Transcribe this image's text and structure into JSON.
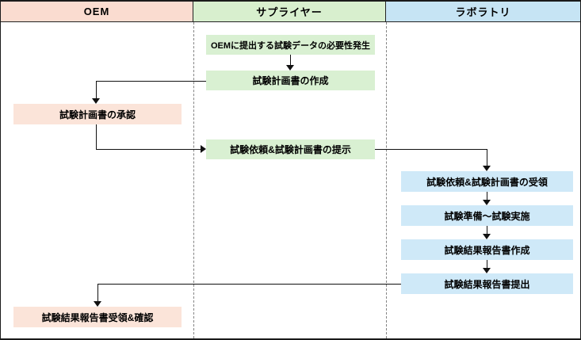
{
  "lanes": [
    {
      "id": "oem",
      "label": "OEM",
      "header_bg": "#fadcd0",
      "box_bg": "#fbe4d9"
    },
    {
      "id": "supplier",
      "label": "サプライヤー",
      "header_bg": "#d8efce",
      "box_bg": "#d9f0d2"
    },
    {
      "id": "laboratory",
      "label": "ラボラトリ",
      "header_bg": "#c6e4f4",
      "box_bg": "#cfe9f8"
    }
  ],
  "nodes": [
    {
      "id": "supplier-need",
      "lane": "supplier",
      "label": "OEMに提出する試験データの必要性発生"
    },
    {
      "id": "supplier-create-plan",
      "lane": "supplier",
      "label": "試験計画書の作成"
    },
    {
      "id": "oem-approve-plan",
      "lane": "oem",
      "label": "試験計画書の承認"
    },
    {
      "id": "supplier-present-plan",
      "lane": "supplier",
      "label": "試験依頼&試験計画書の提示"
    },
    {
      "id": "lab-receive-plan",
      "lane": "laboratory",
      "label": "試験依頼&試験計画書の受領"
    },
    {
      "id": "lab-run-test",
      "lane": "laboratory",
      "label": "試験準備〜試験実施"
    },
    {
      "id": "lab-create-report",
      "lane": "laboratory",
      "label": "試験結果報告書作成"
    },
    {
      "id": "lab-submit-report",
      "lane": "laboratory",
      "label": "試験結果報告書提出"
    },
    {
      "id": "oem-receive-report",
      "lane": "oem",
      "label": "試験結果報告書受領&確認"
    }
  ],
  "edges": [
    {
      "from": "supplier-need",
      "to": "supplier-create-plan"
    },
    {
      "from": "supplier-create-plan",
      "to": "oem-approve-plan"
    },
    {
      "from": "oem-approve-plan",
      "to": "supplier-present-plan"
    },
    {
      "from": "supplier-present-plan",
      "to": "lab-receive-plan"
    },
    {
      "from": "lab-receive-plan",
      "to": "lab-run-test"
    },
    {
      "from": "lab-run-test",
      "to": "lab-create-report"
    },
    {
      "from": "lab-create-report",
      "to": "lab-submit-report"
    },
    {
      "from": "lab-submit-report",
      "to": "oem-receive-report"
    }
  ],
  "colors": {
    "connector": "#111111",
    "lane_divider": "#838383",
    "frame": "#1a1a1a"
  }
}
